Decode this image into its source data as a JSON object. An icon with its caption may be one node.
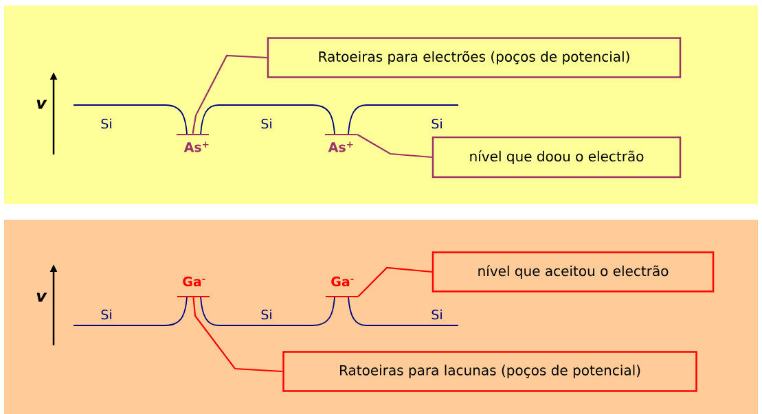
{
  "diagram": {
    "nodes": [
      {
        "text": [
          "Ratoeiras para electrões (poços de potencial)"
        ]
      },
      {
        "text": [
          "nível que doou o electrão"
        ]
      },
      {
        "text": [
          "nível que aceitou o electrão"
        ]
      },
      {
        "text": [
          "Ratoeiras para lacunas (poços de potencial)"
        ]
      },
      {
        "text": [],
        "shape": "bar",
        "beside": [
          "As$^{+}$"
        ]
      },
      {
        "text": [],
        "shape": "bar",
        "beside": [
          "As$^{+}$"
        ]
      },
      {
        "text": [],
        "shape": "bar",
        "beside": [
          "Ga$^{-}$"
        ]
      },
      {
        "text": [],
        "shape": "bar",
        "beside": [
          "Ga$^{-}$"
        ]
      }
    ],
    "edges": [
      {
        "from": 0,
        "to": 4,
        "arrow": "none",
        "color": "#993366"
      },
      {
        "from": 1,
        "to": 5,
        "arrow": "none",
        "color": "#993366"
      },
      {
        "from": 2,
        "to": 7,
        "arrow": "none",
        "color": "#ff0000"
      },
      {
        "from": 3,
        "to": 6,
        "arrow": "none",
        "color": "#ff0000"
      }
    ],
    "labels": [
      "v",
      "Si",
      "Si",
      "Si",
      "v",
      "Si",
      "Si",
      "Si"
    ]
  }
}
